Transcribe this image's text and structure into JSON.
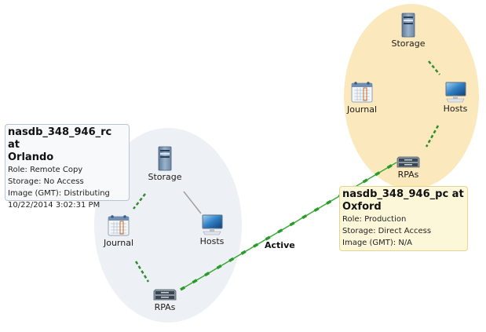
{
  "sites": {
    "remote": {
      "card": {
        "title_line1": "nasdb_348_946_rc at",
        "title_line2": "Orlando",
        "role": "Role: Remote Copy",
        "storage": "Storage: No Access",
        "image": "Image (GMT): Distributing",
        "timestamp": "10/22/2014 3:02:31 PM"
      },
      "colors": {
        "bubble": "#edf0f4",
        "card_bg": "#f8f9fb",
        "card_border": "#b7c4d6"
      },
      "nodes": {
        "storage": {
          "label": "Storage",
          "icon": "storage-server-icon"
        },
        "journal": {
          "label": "Journal",
          "icon": "journal-calendar-icon"
        },
        "hosts": {
          "label": "Hosts",
          "icon": "host-monitor-icon"
        },
        "rpas": {
          "label": "RPAs",
          "icon": "rpa-appliance-icon"
        }
      }
    },
    "production": {
      "card": {
        "title_line1": "nasdb_348_946_pc at",
        "title_line2": "Oxford",
        "role": "Role: Production",
        "storage": "Storage: Direct Access",
        "image": "Image (GMT): N/A"
      },
      "colors": {
        "bubble": "#fbe9bd",
        "card_bg": "#fdf7d9",
        "card_border": "#e6d58f"
      },
      "nodes": {
        "storage": {
          "label": "Storage",
          "icon": "storage-server-icon"
        },
        "journal": {
          "label": "Journal",
          "icon": "journal-calendar-icon"
        },
        "hosts": {
          "label": "Hosts",
          "icon": "host-monitor-icon"
        },
        "rpas": {
          "label": "RPAs",
          "icon": "rpa-appliance-icon"
        }
      }
    }
  },
  "link": {
    "label": "Active",
    "color": "#3aaa35",
    "status": "active"
  },
  "connection_colors": {
    "dashed_green": "#2e8b2e",
    "solid_gray": "#a0a0a0"
  }
}
